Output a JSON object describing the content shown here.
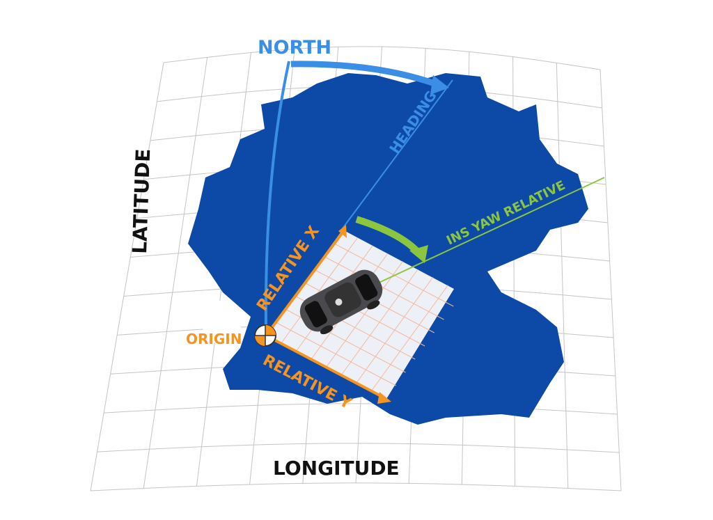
{
  "labels": {
    "north": "NORTH",
    "heading": "HEADING",
    "latitude": "LATITUDE",
    "longitude": "LONGITUDE",
    "ins_yaw_relative": "INS YAW RELATIVE",
    "relative_x": "RELATIVE X",
    "relative_y": "RELATIVE Y",
    "origin": "ORIGIN"
  },
  "colors": {
    "map": "#0d4aa8",
    "north_blue": "#3a8ee6",
    "yaw_green": "#8cc63f",
    "relative_orange": "#f7941d",
    "grid": "#bdbdbd",
    "text": "#111111"
  }
}
